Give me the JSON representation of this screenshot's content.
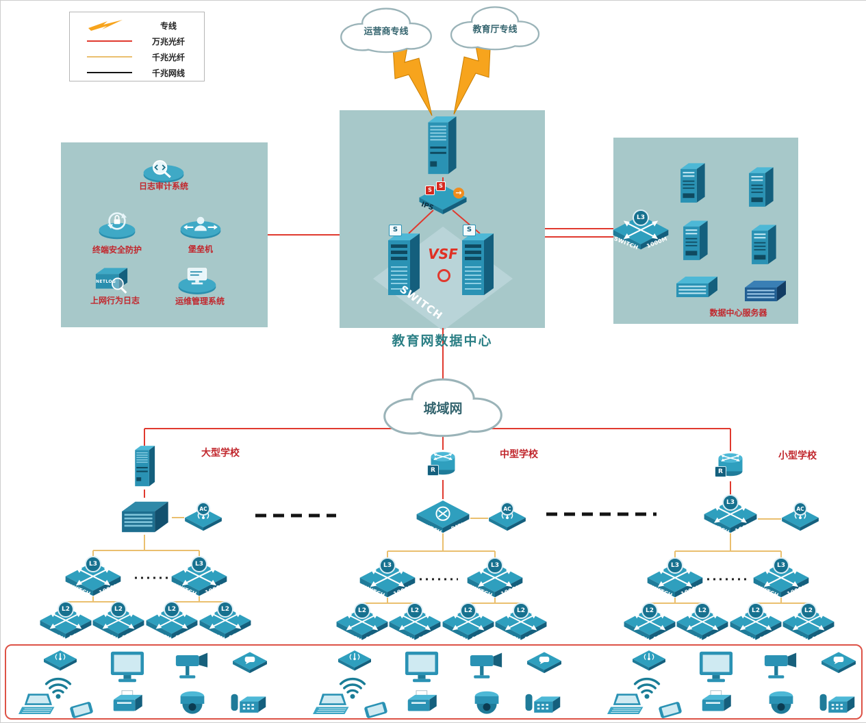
{
  "palette": {
    "panel_bg": "#a7c8c9",
    "device_teal": "#2f9fbe",
    "fiber_10g_red": "#e0392e",
    "fiber_1g_yellow": "#eabf6e",
    "cat_cable_black": "#141414",
    "label_red": "#c1272d",
    "lightning_orange": "#f7a41d",
    "title_teal": "#2b7f85"
  },
  "legend": {
    "items": [
      {
        "label": "专线",
        "kind": "lightning"
      },
      {
        "label": "万兆光纤",
        "kind": "red-line"
      },
      {
        "label": "千兆光纤",
        "kind": "yellow-line"
      },
      {
        "label": "千兆网线",
        "kind": "black-line"
      }
    ]
  },
  "clouds": {
    "isp": "运营商专线",
    "edu": "教育厅专线",
    "man": "城域网"
  },
  "datacenter": {
    "title": "教育网数据中心",
    "ips": "IPS",
    "vsf": "VSF",
    "switch_word": "SWITCH",
    "flag": "S",
    "arrow": "→"
  },
  "security": {
    "audit": "日志审计系统",
    "terminal": "终端安全防护",
    "bastion": "堡垒机",
    "netlog_label": "上网行为日志",
    "netlog_tag": "NETLOG",
    "ops": "运维管理系统"
  },
  "servers": {
    "caption": "数据中心服务器"
  },
  "schools": {
    "large": "大型学校",
    "medium": "中型学校",
    "small": "小型学校"
  },
  "labels": {
    "switch": "SWITCH",
    "speed": "1000M",
    "l3": "L3",
    "l2": "L2",
    "ac": "AC",
    "r": "R",
    "data_center": "DATA CENTER"
  }
}
